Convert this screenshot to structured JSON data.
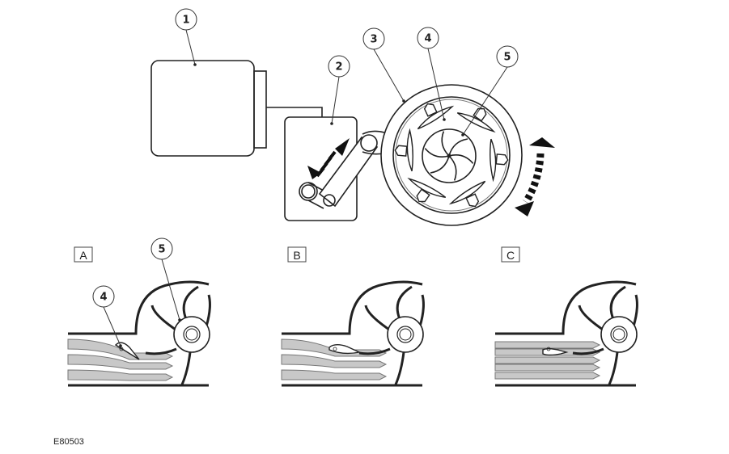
{
  "figure_id": "E80503",
  "callouts": [
    "1",
    "2",
    "3",
    "4",
    "5"
  ],
  "panels": [
    {
      "label": "A",
      "callouts": [
        "4",
        "5"
      ]
    },
    {
      "label": "B"
    },
    {
      "label": "C"
    }
  ],
  "colors": {
    "line": "#222222",
    "flow": "#c8c8c8",
    "arrow": "#111111"
  }
}
